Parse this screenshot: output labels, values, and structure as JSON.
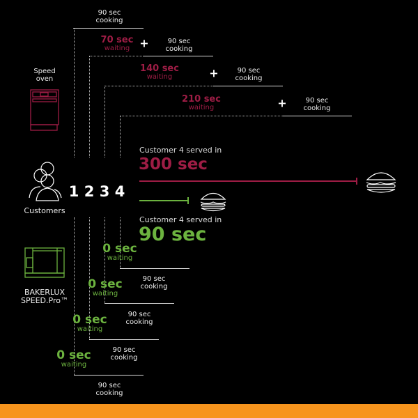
{
  "colors": {
    "red": "#9e1d45",
    "green": "#6cb33f",
    "orange": "#f7941d"
  },
  "speed_oven": {
    "label_line1": "Speed",
    "label_line2": "oven",
    "icon": "speed-oven-icon"
  },
  "bakerlux": {
    "label_line1": "BAKERLUX",
    "label_line2": "SPEED.Pro™",
    "icon": "bakerlux-oven-icon"
  },
  "customers": {
    "label": "Customers",
    "icon": "customers-icon",
    "numbers": [
      "1",
      "2",
      "3",
      "4"
    ]
  },
  "top_rows": [
    {
      "cook_value": "90 sec",
      "cook_label": "cooking"
    },
    {
      "wait_value": "70 sec",
      "wait_label": "waiting",
      "plus": "+",
      "cook_value": "90 sec",
      "cook_label": "cooking"
    },
    {
      "wait_value": "140 sec",
      "wait_label": "waiting",
      "plus": "+",
      "cook_value": "90 sec",
      "cook_label": "cooking"
    },
    {
      "wait_value": "210 sec",
      "wait_label": "waiting",
      "plus": "+",
      "cook_value": "90 sec",
      "cook_label": "cooking"
    }
  ],
  "result_speed_oven": {
    "caption": "Customer 4 served in",
    "value": "300 sec"
  },
  "result_bakerlux": {
    "caption": "Customer 4 served in",
    "value": "90 sec"
  },
  "bottom_rows": [
    {
      "wait_value": "0 sec",
      "wait_label": "waiting",
      "cook_value": "90 sec",
      "cook_label": "cooking"
    },
    {
      "wait_value": "0 sec",
      "wait_label": "waiting",
      "cook_value": "90 sec",
      "cook_label": "cooking"
    },
    {
      "wait_value": "0 sec",
      "wait_label": "waiting",
      "cook_value": "90 sec",
      "cook_label": "cooking"
    },
    {
      "wait_value": "0 sec",
      "wait_label": "waiting",
      "cook_value": "90 sec",
      "cook_label": "cooking"
    }
  ]
}
